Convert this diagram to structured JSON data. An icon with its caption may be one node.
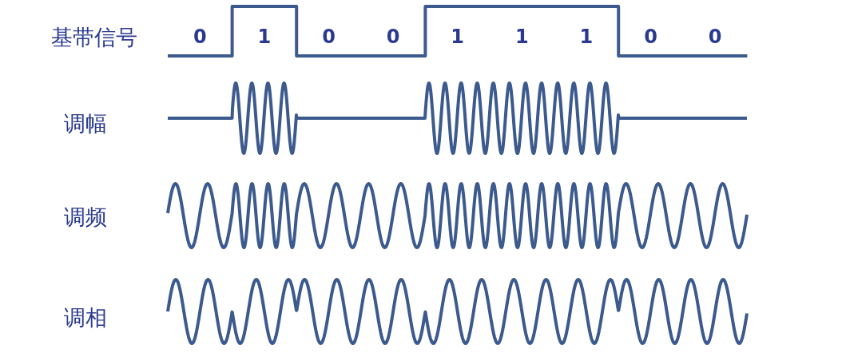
{
  "diagram": {
    "labels": [
      "基带信号",
      "0",
      "1",
      "0",
      "0",
      "1",
      "1",
      "1",
      "0",
      "0",
      "调幅",
      "调频",
      "调相"
    ]
  }
}
